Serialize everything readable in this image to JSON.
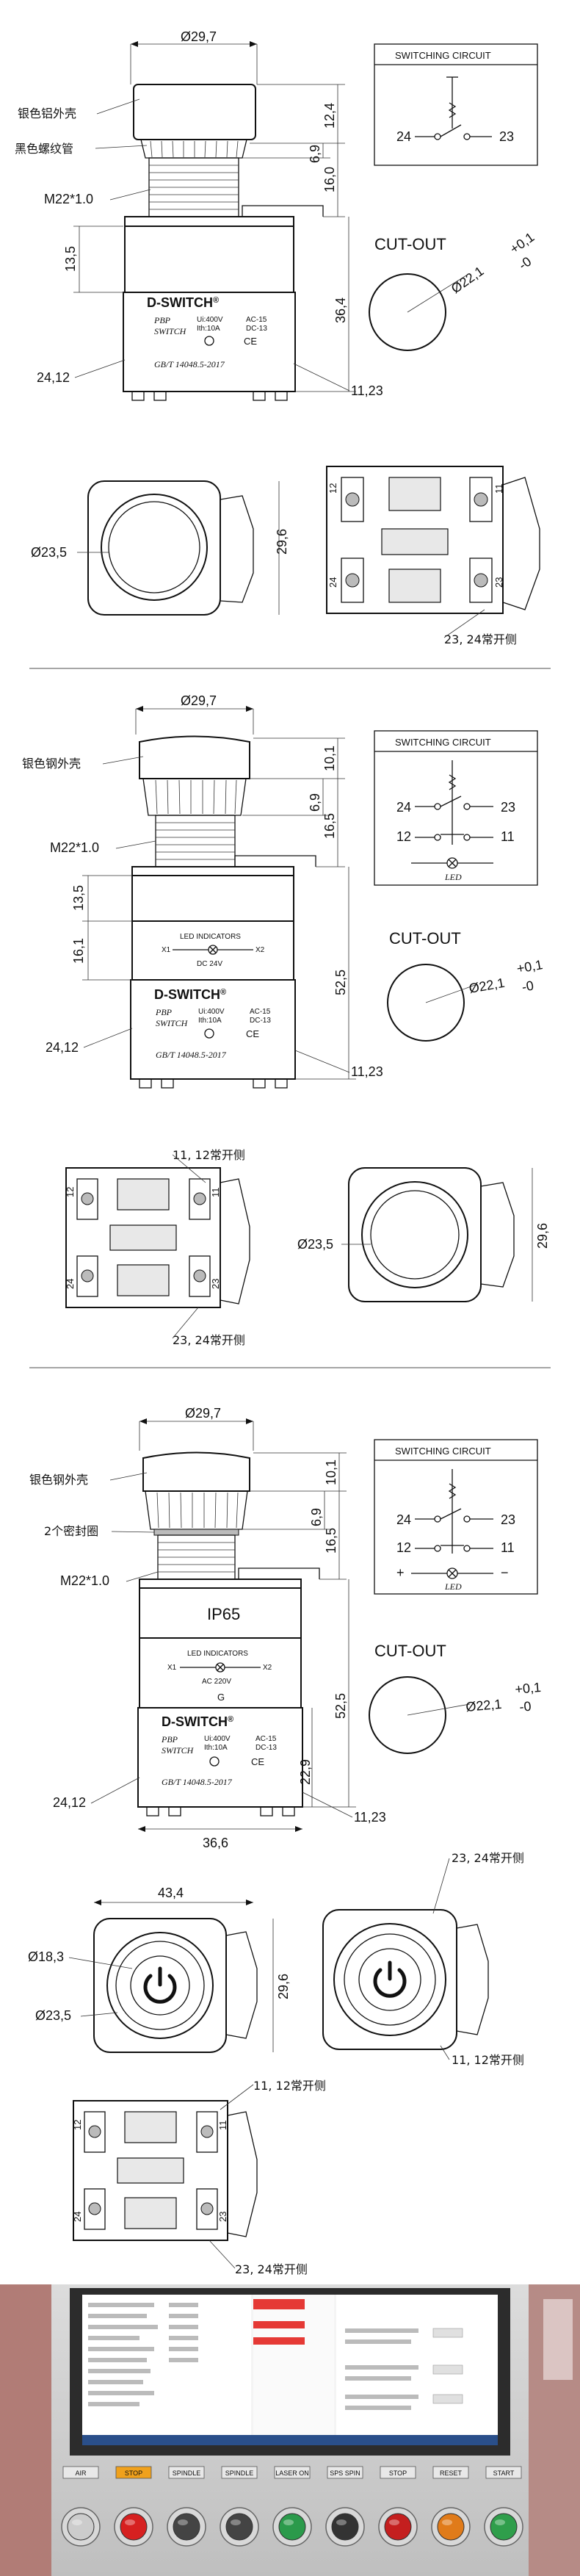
{
  "brand": "D-SWITCH",
  "brand_mark": "®",
  "model": "PBP",
  "model_sub": "SWITCH",
  "standard": "GB/T 14048.5-2017",
  "ratings_a": [
    "Ui:400V",
    "Ith:10A"
  ],
  "ratings_b": [
    "AC-15",
    "DC-13"
  ],
  "common": {
    "dia_29_7": "Ø29,7",
    "dia_23_5": "Ø23,5",
    "dia_18_3": "Ø18,3",
    "thread": "M22*1.0",
    "cutout_title": "CUT-OUT",
    "cutout_dia": "Ø22,1",
    "cutout_tol_plus": "+0,1",
    "cutout_tol_minus": "-0",
    "circuit_title": "SWITCHING CIRCUIT",
    "side_11_23": "11,23",
    "side_24_12": "24,12",
    "dim_29_6": "29,6",
    "dim_36_4": "36,4",
    "dim_52_5": "52,5",
    "dim_13_5": "13,5",
    "dim_16_0": "16,0",
    "dim_16_5": "16,5",
    "dim_16_1": "16,1",
    "dim_12_4": "12,4",
    "dim_10_1": "10,1",
    "dim_6_9": "6,9",
    "dim_22_9": "22,9",
    "dim_36_6": "36,6",
    "dim_43_4": "43,4"
  },
  "section1": {
    "label_shell": "银色铝外壳",
    "label_nut": "黑色螺纹管",
    "bottom_note": "23, 24常开侧",
    "circuit_24": "24",
    "circuit_23": "23"
  },
  "section2": {
    "label_shell": "银色钢外壳",
    "led_title": "LED INDICATORS",
    "led_voltage": "DC 24V",
    "x1": "X1",
    "x2": "X2",
    "note_11_12": "11, 12常开侧",
    "note_23_24": "23, 24常开侧",
    "circuit_24": "24",
    "circuit_23": "23",
    "circuit_12": "12",
    "circuit_11": "11",
    "circuit_led": "LED"
  },
  "section3": {
    "label_shell": "银色钢外壳",
    "label_seal": "2个密封圈",
    "ip": "IP65",
    "led_title": "LED INDICATORS",
    "led_voltage": "AC 220V",
    "g": "G",
    "x1": "X1",
    "x2": "X2",
    "note_23_24_top": "23, 24常开侧",
    "note_11_12_side": "11, 12常开侧",
    "note_11_12": "11, 12常开侧",
    "note_23_24": "23, 24常开侧",
    "circuit_24": "24",
    "circuit_23": "23",
    "circuit_12": "12",
    "circuit_11": "11",
    "circuit_plus": "+",
    "circuit_minus": "−",
    "circuit_led": "LED"
  },
  "photo": {
    "buttons": [
      {
        "label": "AIR",
        "color": "#e8e8e8",
        "cap": "#cccccc"
      },
      {
        "label": "STOP",
        "color": "#f0a11c",
        "cap": "#d62020"
      },
      {
        "label": "SPINDLE",
        "color": "#e8e8e8",
        "cap": "#444444"
      },
      {
        "label": "SPINDLE",
        "color": "#e8e8e8",
        "cap": "#444444"
      },
      {
        "label": "LASER ON",
        "color": "#e8e8e8",
        "cap": "#2b9a4b"
      },
      {
        "label": "SPS SPIN",
        "color": "#e8e8e8",
        "cap": "#333333"
      },
      {
        "label": "STOP",
        "color": "#e8e8e8",
        "cap": "#c41f1f"
      },
      {
        "label": "RESET",
        "color": "#e8e8e8",
        "cap": "#e07b1a"
      },
      {
        "label": "START",
        "color": "#e8e8e8",
        "cap": "#2f9e4b"
      }
    ]
  }
}
